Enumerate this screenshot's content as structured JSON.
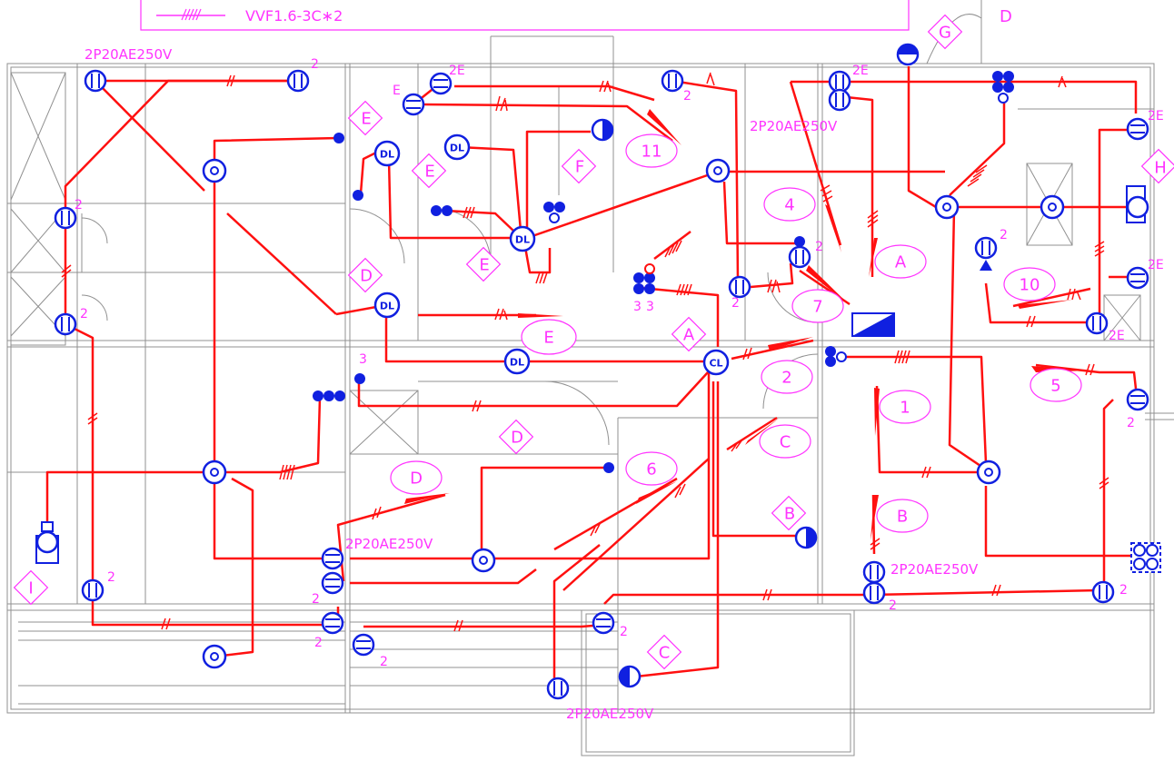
{
  "legend": {
    "text": "VVF1.6-3C∗2"
  },
  "corner_label": "D",
  "ratings": [
    "2P20AE250V",
    "2P20AE250V",
    "2P20AE250V",
    "2P20AE250V",
    "2P20AE250V"
  ],
  "diamonds": [
    "G",
    "H",
    "E",
    "E",
    "E",
    "F",
    "D",
    "A",
    "D",
    "B",
    "C",
    "I"
  ],
  "ovals": [
    "11",
    "4",
    "7",
    "A",
    "10",
    "E",
    "2",
    "1",
    "5",
    "C",
    "6",
    "D",
    "B"
  ],
  "counts": [
    "2",
    "2",
    "2",
    "2",
    "2",
    "2",
    "2",
    "2",
    "2",
    "2",
    "2",
    "2",
    "3",
    "3",
    "3",
    "2"
  ],
  "e_labels": [
    "2E",
    "2E",
    "2E",
    "2E",
    "2E",
    "E"
  ],
  "fixtures": {
    "downlight": "DL",
    "ceiling": "CL"
  }
}
